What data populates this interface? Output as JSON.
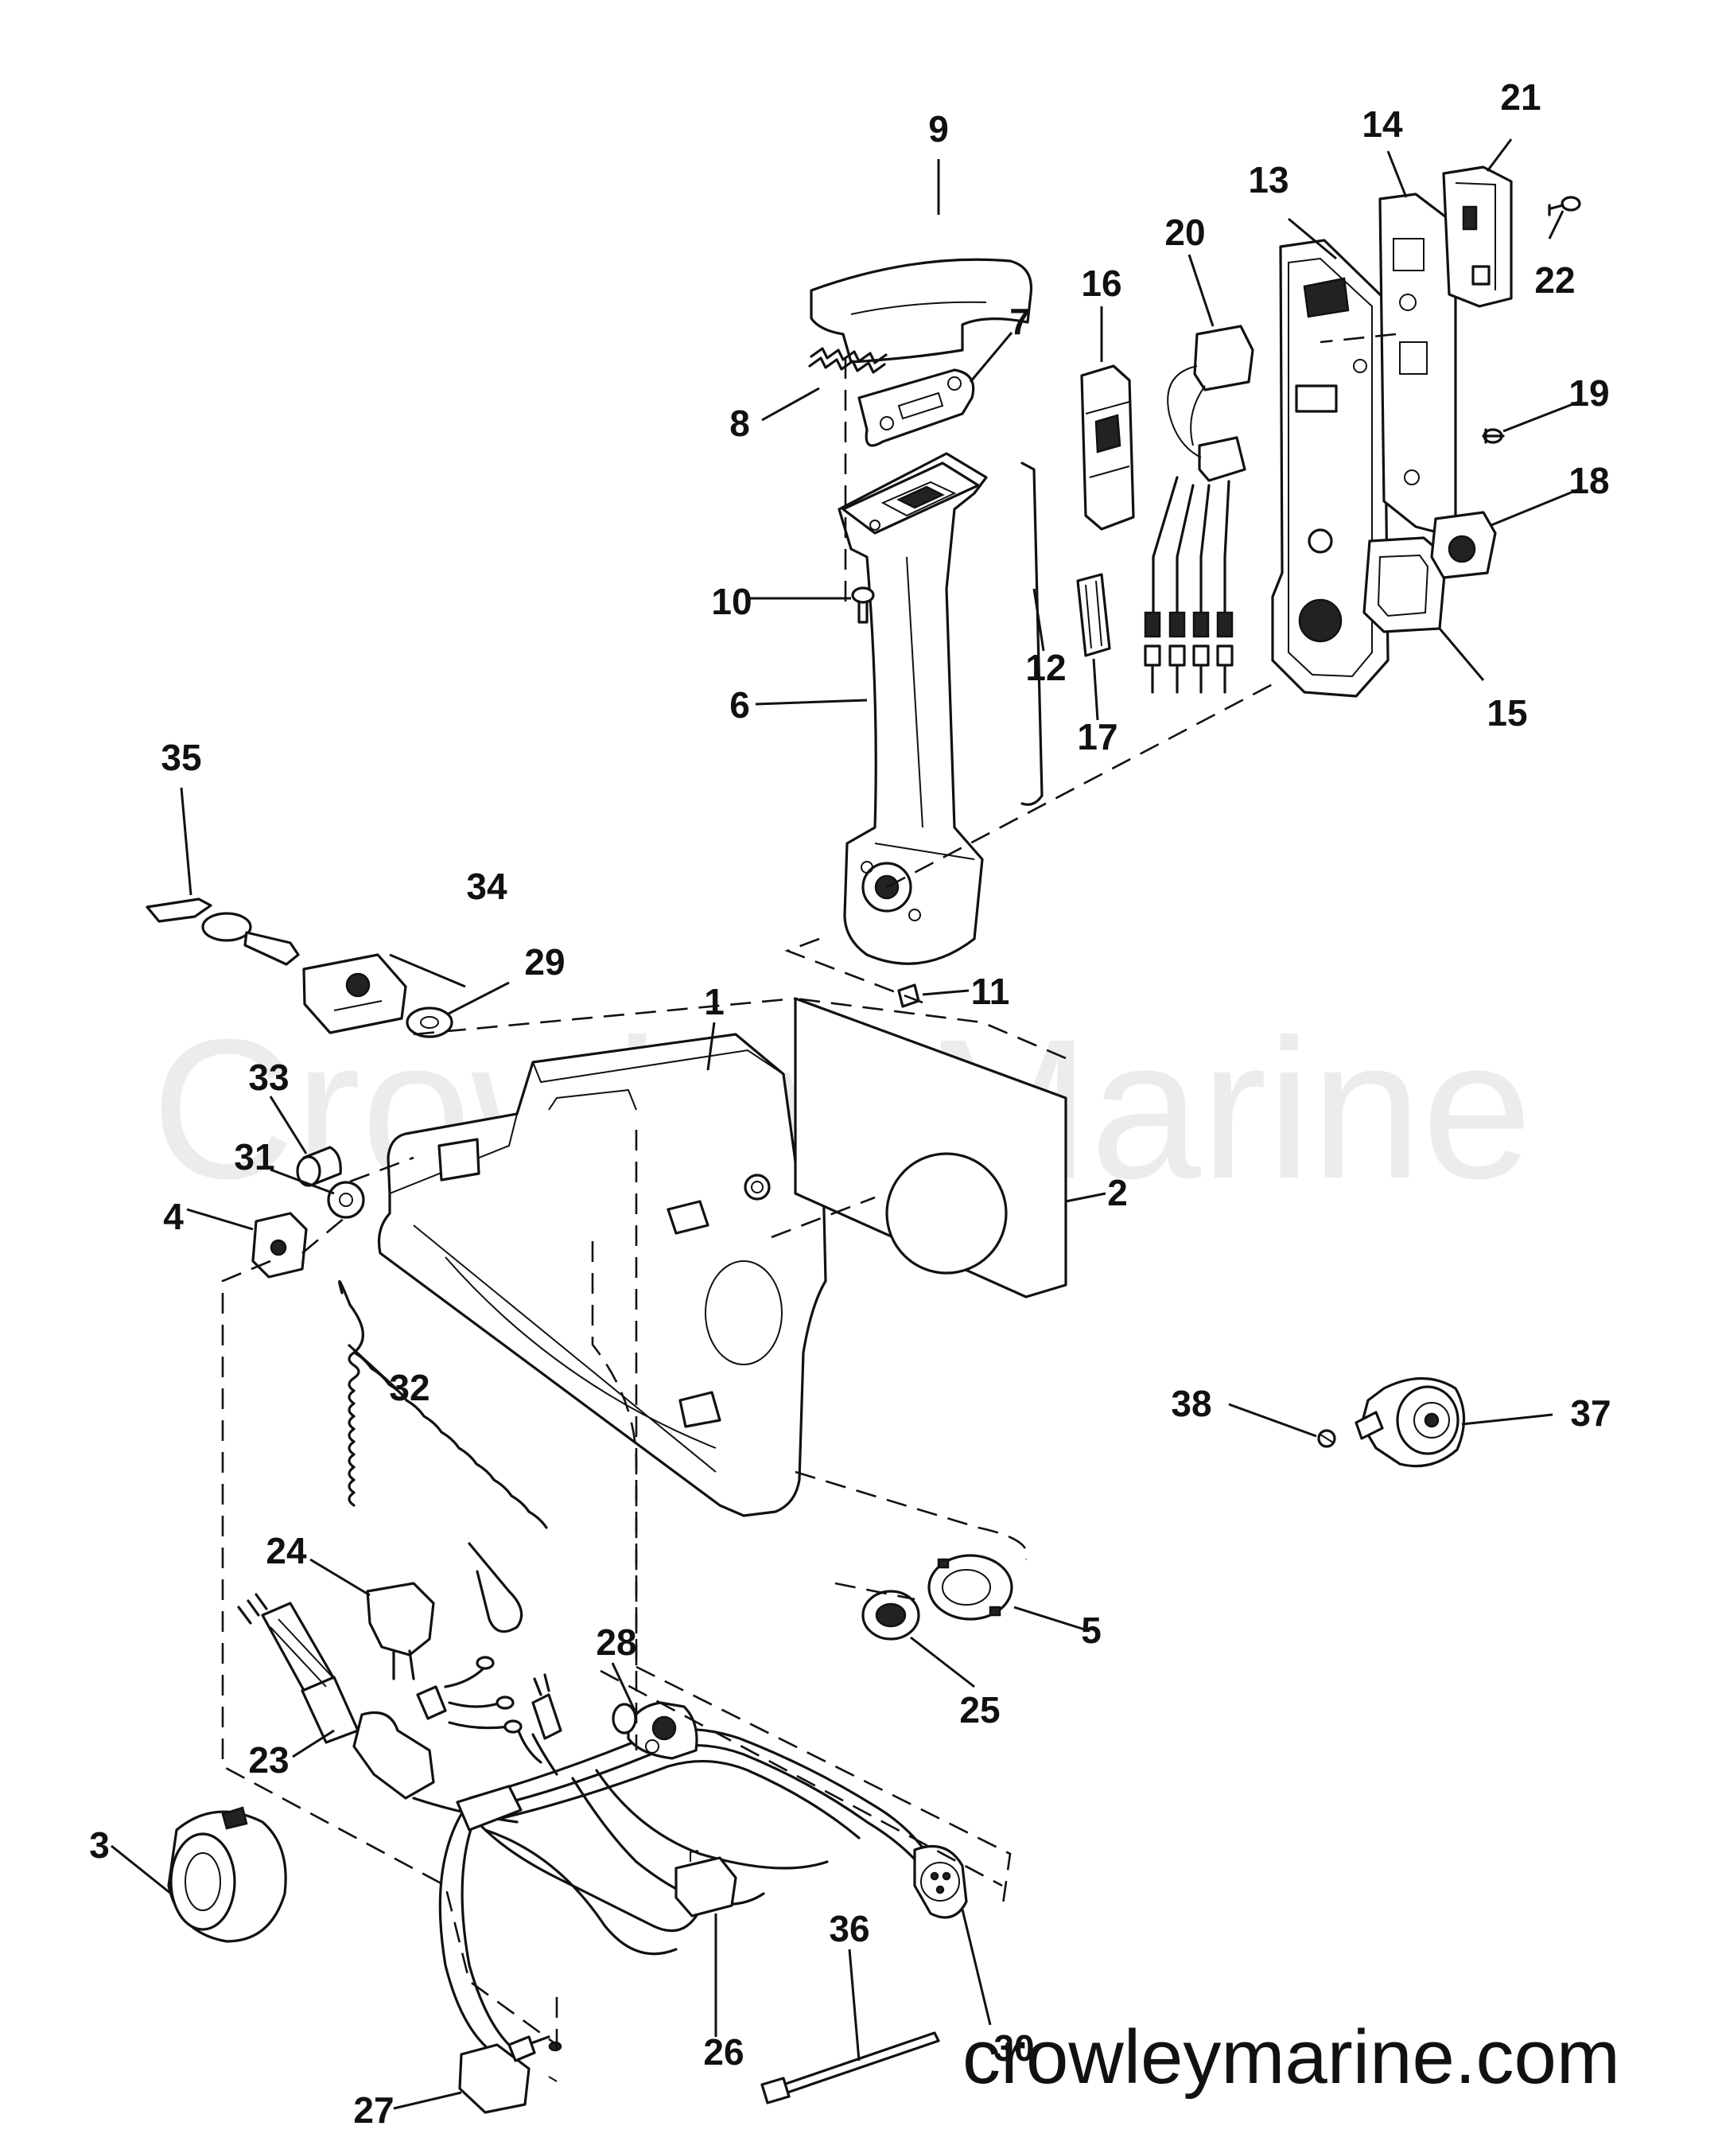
{
  "watermark": {
    "center_text": "Crowley Marine",
    "url_text": "crowleymarine.com"
  },
  "callouts": [
    "1",
    "2",
    "3",
    "4",
    "5",
    "6",
    "7",
    "8",
    "9",
    "10",
    "11",
    "12",
    "13",
    "14",
    "15",
    "16",
    "17",
    "18",
    "19",
    "20",
    "21",
    "22",
    "23",
    "24",
    "25",
    "26",
    "27",
    "28",
    "29",
    "30",
    "31",
    "32",
    "33",
    "34",
    "35",
    "36",
    "37",
    "38"
  ],
  "colors": {
    "ink": "#111111",
    "watermark": "#ececec",
    "paper": "#ffffff"
  }
}
